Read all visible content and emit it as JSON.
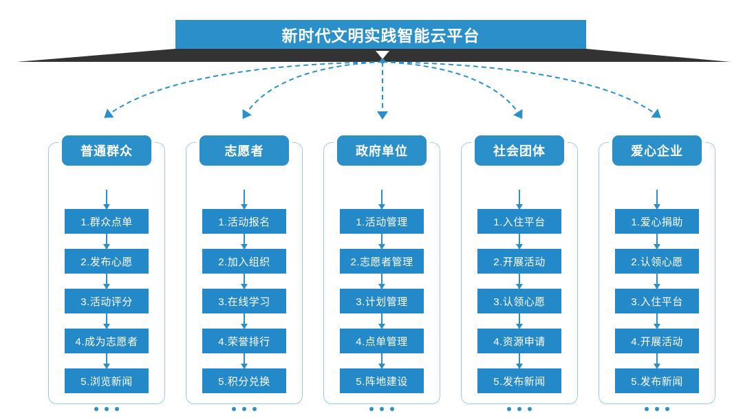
{
  "header": {
    "title": "新时代文明实践智能云平台"
  },
  "colors": {
    "brand_blue": "#2b8fc9",
    "box_blue": "#2489c8",
    "outline_blue": "#9ecbe6",
    "ribbon_dark": "#333333",
    "text_white": "#ffffff"
  },
  "columns": [
    {
      "title": "普通群众",
      "steps": [
        "1.群众点单",
        "2.发布心愿",
        "3.活动评分",
        "4.成为志愿者",
        "5.浏览新闻"
      ],
      "more": "..."
    },
    {
      "title": "志愿者",
      "steps": [
        "1.活动报名",
        "2.加入组织",
        "3.在线学习",
        "4.荣誉排行",
        "5.积分兑换"
      ],
      "more": "..."
    },
    {
      "title": "政府单位",
      "steps": [
        "1.活动管理",
        "2.志愿者管理",
        "3.计划管理",
        "4.点单管理",
        "5.阵地建设"
      ],
      "more": "..."
    },
    {
      "title": "社会团体",
      "steps": [
        "1.入住平台",
        "2.开展活动",
        "3.认领心愿",
        "4.资源申请",
        "5.发布新闻"
      ],
      "more": "..."
    },
    {
      "title": "爱心企业",
      "steps": [
        "1.爱心捐助",
        "2.认领心愿",
        "3.入住平台",
        "4.开展活动",
        "5.发布新闻"
      ],
      "more": "..."
    }
  ]
}
